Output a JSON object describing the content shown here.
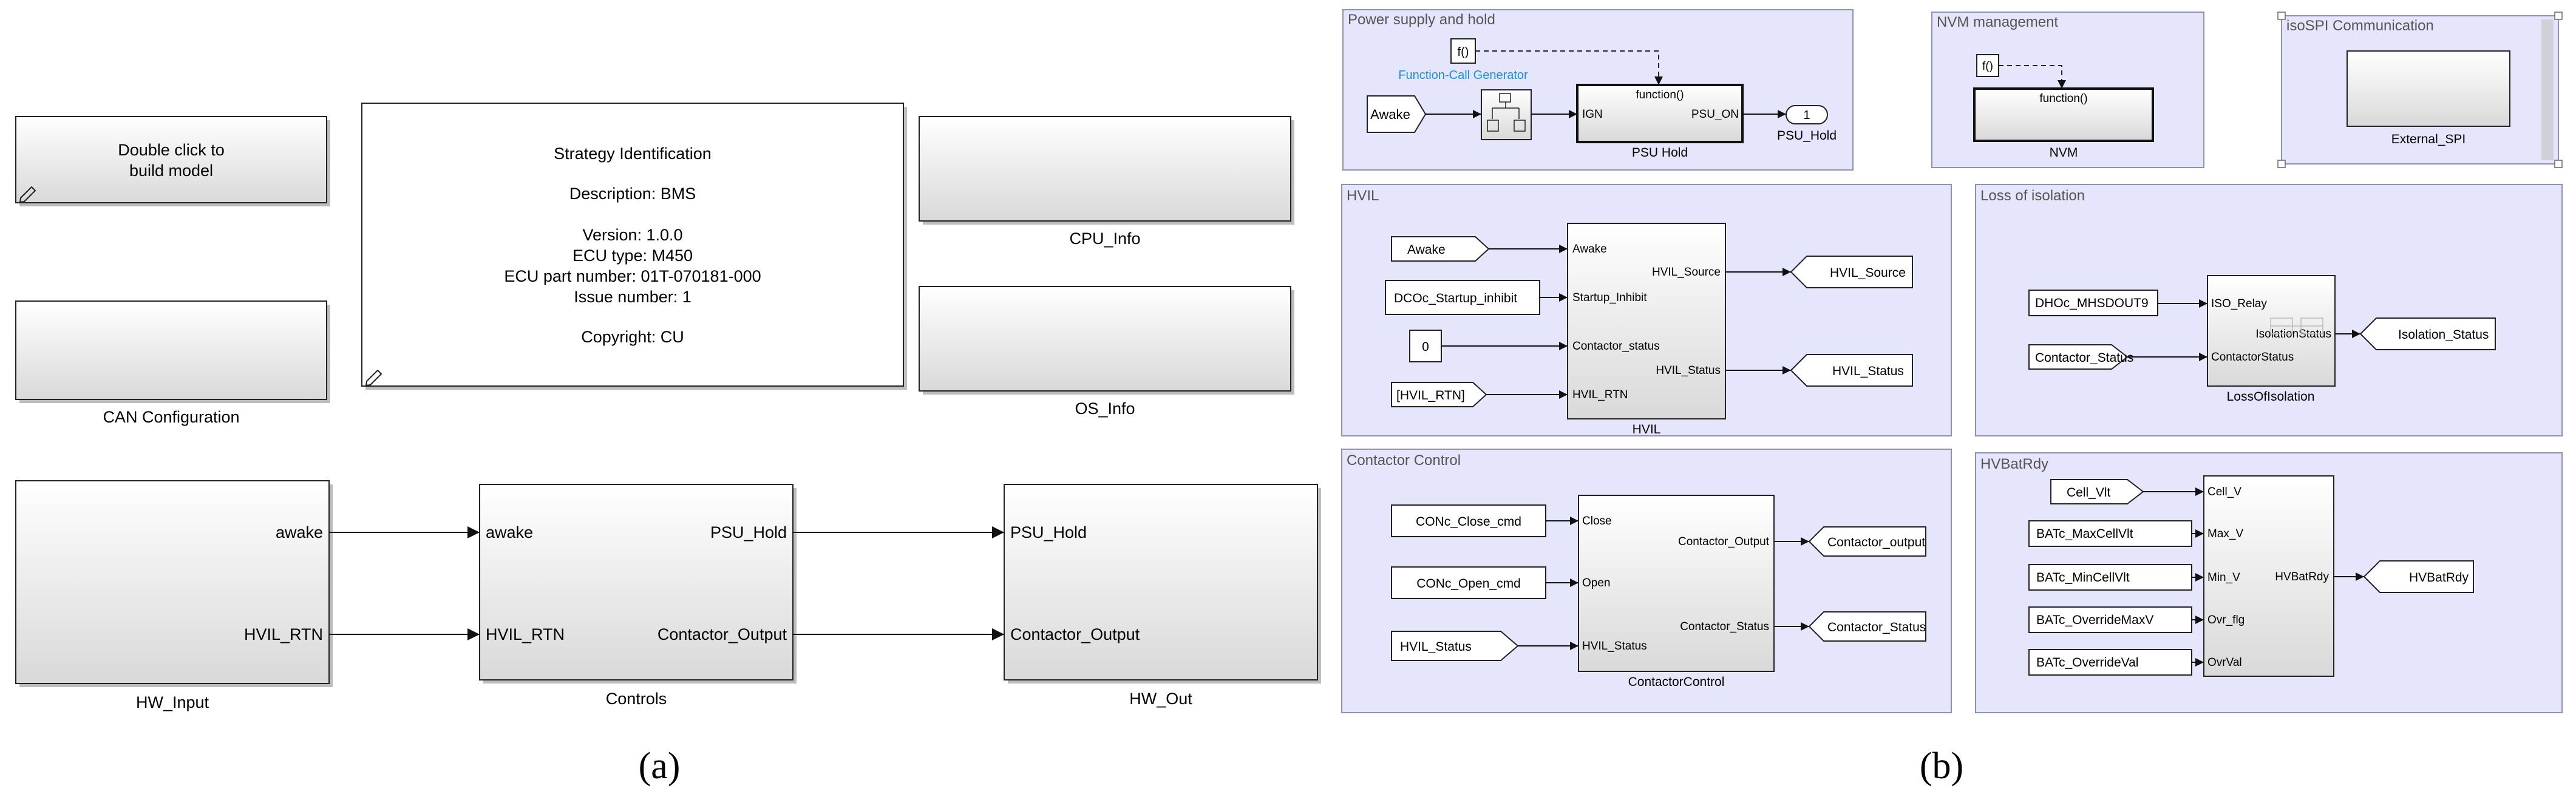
{
  "captions": {
    "a": "(a)",
    "b": "(b)"
  },
  "left_model": {
    "build_block": {
      "line1": "Double click to",
      "line2": "build model"
    },
    "strategy": {
      "title": "Strategy Identification",
      "description": "Description: BMS",
      "version": "Version: 1.0.0",
      "ecu_type": "ECU type: M450",
      "ecu_part": "ECU part number: 01T-070181-000",
      "issue": "Issue number: 1",
      "copyright": "Copyright: CU"
    },
    "cpu_info": "CPU_Info",
    "os_info": "OS_Info",
    "can_config": "CAN Configuration",
    "hw_input": {
      "name": "HW_Input",
      "ports": [
        "awake",
        "HVIL_RTN"
      ]
    },
    "controls": {
      "name": "Controls",
      "in_ports": [
        "awake",
        "HVIL_RTN"
      ],
      "out_ports": [
        "PSU_Hold",
        "Contactor_Output"
      ]
    },
    "hw_out": {
      "name": "HW_Out",
      "ports": [
        "PSU_Hold",
        "Contactor_Output"
      ]
    }
  },
  "right_model": {
    "power_supply": {
      "title": "Power supply and hold",
      "fcall": "f()",
      "fcall_label": "Function-Call Generator",
      "input": "Awake",
      "block_function": "function()",
      "in_port": "IGN",
      "out_port": "PSU_ON",
      "block_name": "PSU Hold",
      "outport_num": "1",
      "outport_name": "PSU_Hold"
    },
    "nvm": {
      "title": "NVM management",
      "fcall": "f()",
      "block_function": "function()",
      "block_name": "NVM"
    },
    "isospi": {
      "title": "isoSPI Communication",
      "block_name": "External_SPI"
    },
    "hvil": {
      "title": "HVIL",
      "inputs": [
        "Awake",
        "DCOc_Startup_inhibit",
        "0",
        "[HVIL_RTN]"
      ],
      "in_ports": [
        "Awake",
        "Startup_Inhibit",
        "Contactor_status",
        "HVIL_RTN"
      ],
      "out_ports": [
        "HVIL_Source",
        "HVIL_Status"
      ],
      "outputs": [
        "HVIL_Source",
        "HVIL_Status"
      ],
      "block_name": "HVIL"
    },
    "isolation": {
      "title": "Loss of isolation",
      "inputs": [
        "DHOc_MHSDOUT9",
        "Contactor_Status"
      ],
      "in_ports": [
        "ISO_Relay",
        "ContactorStatus"
      ],
      "out_port": "IsolationStatus",
      "output": "Isolation_Status",
      "block_name": "LossOfIsolation"
    },
    "contactor": {
      "title": "Contactor Control",
      "inputs": [
        "CONc_Close_cmd",
        "CONc_Open_cmd",
        "HVIL_Status"
      ],
      "in_ports": [
        "Close",
        "Open",
        "HVIL_Status"
      ],
      "out_ports": [
        "Contactor_Output",
        "Contactor_Status"
      ],
      "outputs": [
        "Contactor_output",
        "Contactor_Status"
      ],
      "block_name": "ContactorControl"
    },
    "hvbat": {
      "title": "HVBatRdy",
      "inputs": [
        "Cell_Vlt",
        "BATc_MaxCellVlt",
        "BATc_MinCellVlt",
        "BATc_OverrideMaxV",
        "BATc_OverrideVal"
      ],
      "in_ports": [
        "Cell_V",
        "Max_V",
        "Min_V",
        "Ovr_flg",
        "OvrVal"
      ],
      "out_port": "HVBatRdy",
      "output": "HVBatRdy"
    }
  }
}
